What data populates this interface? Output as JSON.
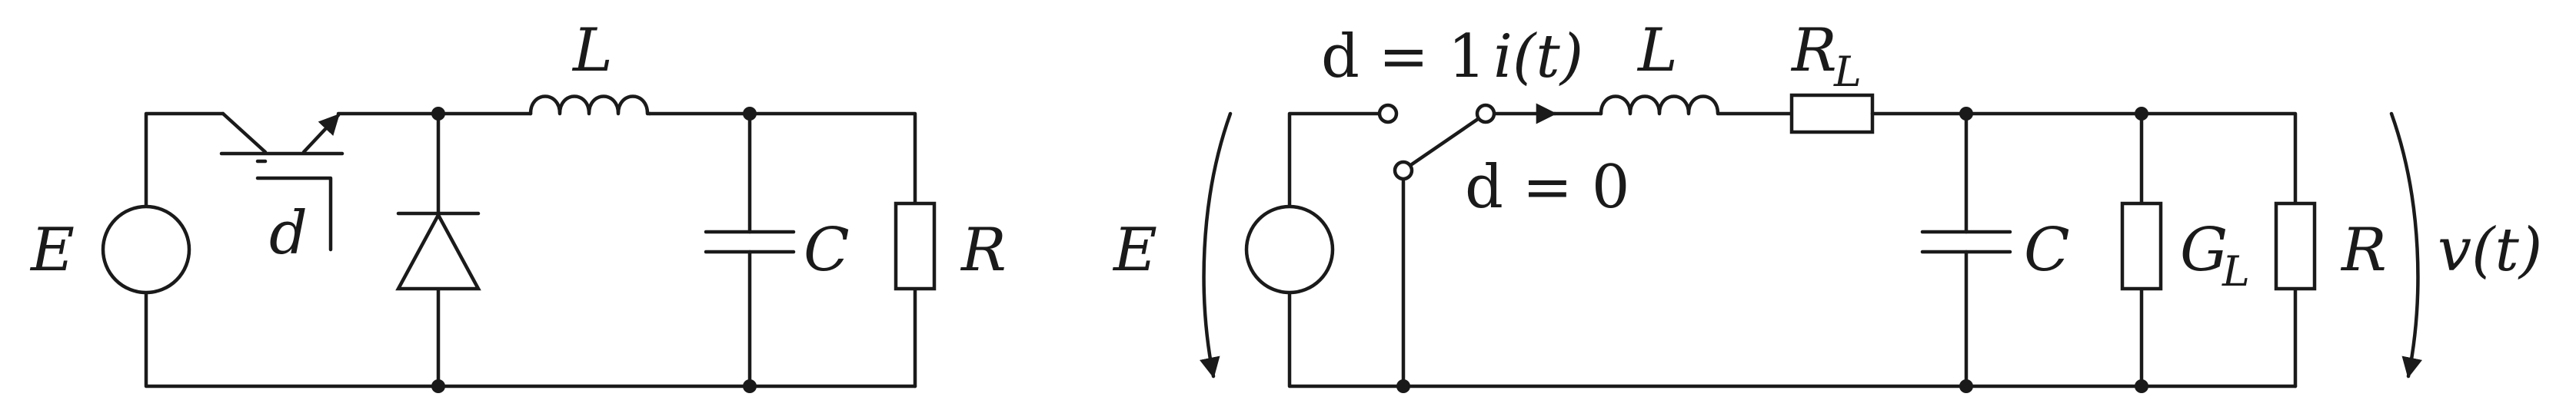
{
  "circuit_a": {
    "labels": {
      "source": "E",
      "switch_duty": "d",
      "inductor": "L",
      "capacitor": "C",
      "resistor": "R"
    }
  },
  "circuit_b": {
    "labels": {
      "source": "E",
      "switch_on": "d = 1",
      "switch_off": "d = 0",
      "current": "i(t)",
      "inductor": "L",
      "inductor_res_main": "R",
      "inductor_res_sub": "L",
      "capacitor": "C",
      "conductance_main": "G",
      "conductance_sub": "L",
      "resistor": "R",
      "voltage": "v(t)"
    }
  }
}
